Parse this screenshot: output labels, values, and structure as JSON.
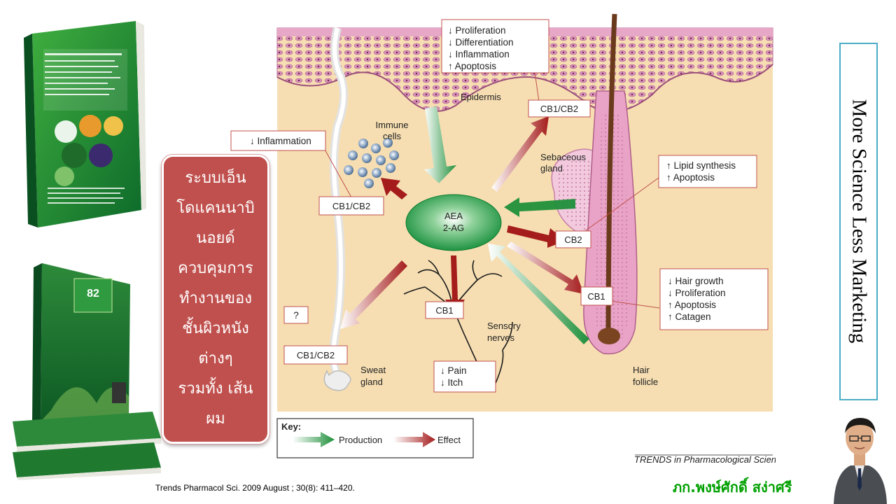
{
  "thai_box": {
    "lines": [
      "ระบบเอ็น",
      "โดแคนนาบิ",
      "นอยด์",
      "ควบคุมการ",
      "ทำงานของ",
      "ชั้นผิวหนัง",
      "ต่างๆ",
      "รวมทั้ง เส้น",
      "ผม"
    ]
  },
  "diagram": {
    "source_credit": "TRENDS in Pharmacological Sciences",
    "center": [
      "AEA",
      "2-AG"
    ],
    "labels": {
      "immune_cells": [
        "Immune",
        "cells"
      ],
      "epidermis": "Epidermis",
      "sebaceous_gland": [
        "Sebaceous",
        "gland"
      ],
      "sensory_nerves": [
        "Sensory",
        "nerves"
      ],
      "sweat_gland": [
        "Sweat",
        "gland"
      ],
      "hair_follicle": [
        "Hair",
        "follicle"
      ]
    },
    "effect_boxes": {
      "epidermis_effects": [
        "↓ Proliferation",
        "↓ Differentiation",
        "↓ Inflammation",
        "↑ Apoptosis"
      ],
      "immune_effect": "↓ Inflammation",
      "sebaceous_effects": [
        "↑ Lipid synthesis",
        "↑ Apoptosis"
      ],
      "hair_effects": [
        "↓ Hair growth",
        "↓ Proliferation",
        "↑ Apoptosis",
        "↑ Catagen"
      ],
      "nerve_effects": [
        "↓ Pain",
        "↓ Itch"
      ],
      "sweat_effect": "?"
    },
    "receptors": {
      "immune": "CB1/CB2",
      "epidermis": "CB1/CB2",
      "sebaceous": "CB2",
      "hair": "CB1",
      "nerve": "CB1",
      "sweat": "CB1/CB2"
    },
    "key": {
      "title": "Key:",
      "production": "Production",
      "effect": "Effect"
    },
    "colors": {
      "production": "#1f8f3a",
      "effect": "#a51c1c"
    }
  },
  "vertical_title": "More Science Less Marketing",
  "author": "ภก.พงษ์ศักดิ์ สง่าศรี",
  "citation": "Trends Pharmacol Sci. 2009  August ; 30(8): 411–420."
}
